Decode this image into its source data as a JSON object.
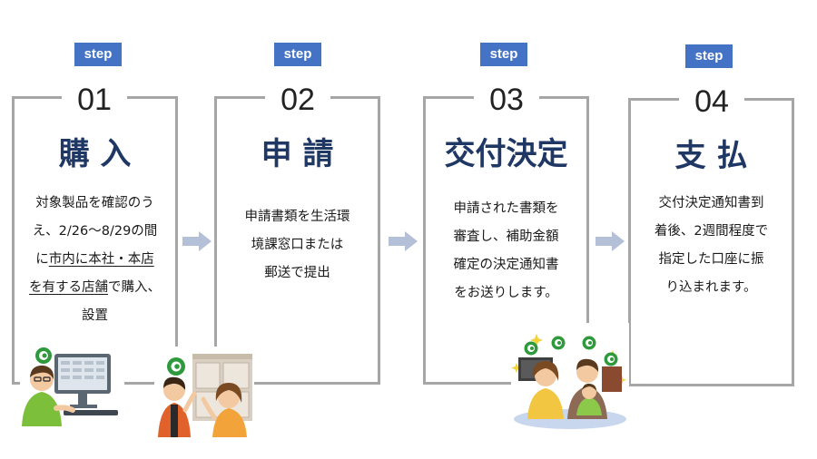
{
  "steps": [
    {
      "badge": "step",
      "number": "01",
      "title": "購 入",
      "desc_lines": [
        {
          "parts": [
            {
              "text": "対象製品を確認のう",
              "underline": false
            }
          ]
        },
        {
          "parts": [
            {
              "text": "え、2/26～8/29の間",
              "underline": false
            }
          ]
        },
        {
          "parts": [
            {
              "text": "に",
              "underline": false
            },
            {
              "text": "市内に本社・本店",
              "underline": true
            }
          ]
        },
        {
          "parts": [
            {
              "text": "を有する店舗",
              "underline": true
            },
            {
              "text": "で購入、",
              "underline": false
            }
          ]
        },
        {
          "parts": [
            {
              "text": "設置",
              "underline": false
            }
          ]
        }
      ]
    },
    {
      "badge": "step",
      "number": "02",
      "title": "申 請",
      "desc_lines": [
        {
          "parts": [
            {
              "text": "申請書類を生活環",
              "underline": false
            }
          ]
        },
        {
          "parts": [
            {
              "text": "境課窓口または",
              "underline": false
            }
          ]
        },
        {
          "parts": [
            {
              "text": "郵送で提出",
              "underline": false
            }
          ]
        }
      ]
    },
    {
      "badge": "step",
      "number": "03",
      "title": "交付決定",
      "desc_lines": [
        {
          "parts": [
            {
              "text": "申請された書類を",
              "underline": false
            }
          ]
        },
        {
          "parts": [
            {
              "text": "審査し、補助金額",
              "underline": false
            }
          ]
        },
        {
          "parts": [
            {
              "text": "確定の決定通知書",
              "underline": false
            }
          ]
        },
        {
          "parts": [
            {
              "text": "をお送りします。",
              "underline": false
            }
          ]
        }
      ]
    },
    {
      "badge": "step",
      "number": "04",
      "title": "支 払",
      "desc_lines": [
        {
          "parts": [
            {
              "text": "交付決定通知書到",
              "underline": false
            }
          ]
        },
        {
          "parts": [
            {
              "text": "着後、2週間程度で",
              "underline": false
            }
          ]
        },
        {
          "parts": [
            {
              "text": "指定した口座に振",
              "underline": false
            }
          ]
        },
        {
          "parts": [
            {
              "text": "り込まれます。",
              "underline": false
            }
          ]
        }
      ]
    }
  ],
  "colors": {
    "badge": "#4472c4",
    "frame": "#a6a6a6",
    "title": "#1f3764",
    "arrow": "#b4c0d8",
    "eco_green": "#2e9a3c"
  },
  "illustrations": [
    "person-at-computer-icon",
    "shop-clerk-and-customer-icon",
    "happy-family-icon"
  ]
}
